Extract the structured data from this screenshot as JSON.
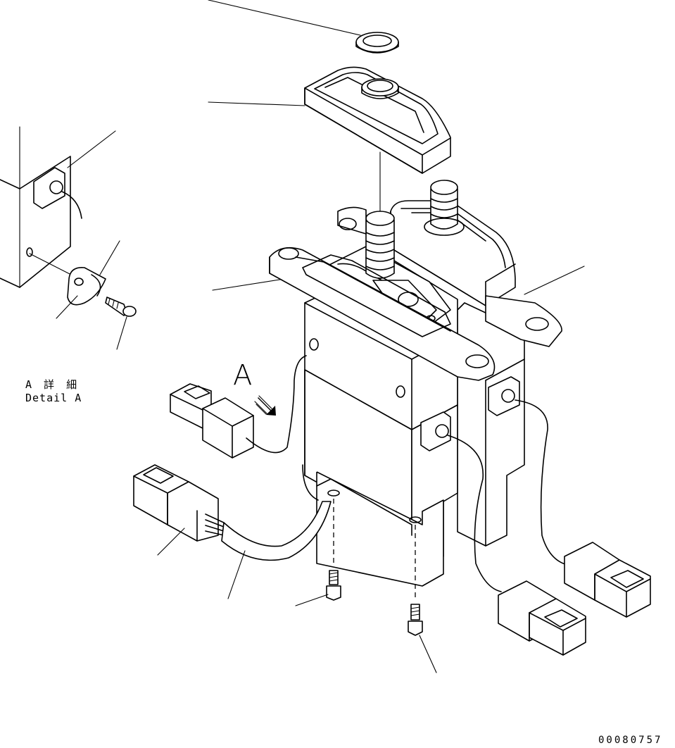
{
  "labels": {
    "detail_a_jp": "A 詳 細",
    "detail_a_en": "Detail A",
    "view_arrow_letter": "A",
    "drawing_number": "00080757"
  },
  "parts": [
    "washer",
    "switch-boot",
    "lever-assembly",
    "mounting-bracket",
    "connector",
    "wire-harness",
    "mounting-bolt",
    "clamp",
    "clamp-screw"
  ]
}
